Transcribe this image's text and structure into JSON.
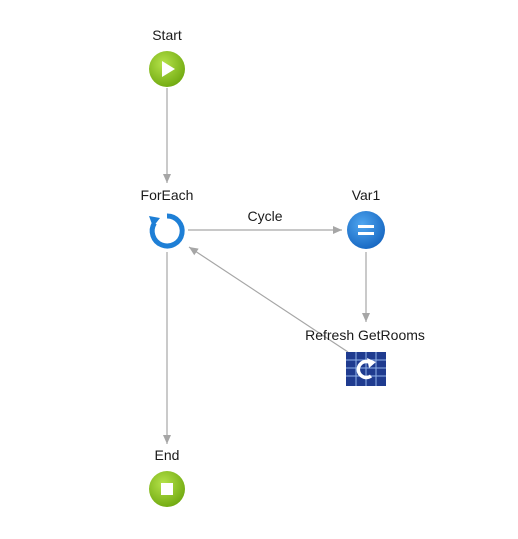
{
  "flow": {
    "nodes": {
      "start": {
        "label": "Start",
        "icon": "play-icon"
      },
      "foreach": {
        "label": "ForEach",
        "icon": "loop-icon"
      },
      "var1": {
        "label": "Var1",
        "icon": "assign-icon"
      },
      "refresh": {
        "label": "Refresh GetRooms",
        "icon": "refresh-data-icon"
      },
      "end": {
        "label": "End",
        "icon": "stop-icon"
      }
    },
    "edges": {
      "cycle_label": "Cycle"
    }
  },
  "colors": {
    "start_green": "#7cb518",
    "end_green": "#7cb518",
    "foreach_blue": "#1e7fd6",
    "var_blue": "#1877d8",
    "refresh_navy": "#1f3b8f",
    "edge_gray": "#a6a6a6"
  }
}
